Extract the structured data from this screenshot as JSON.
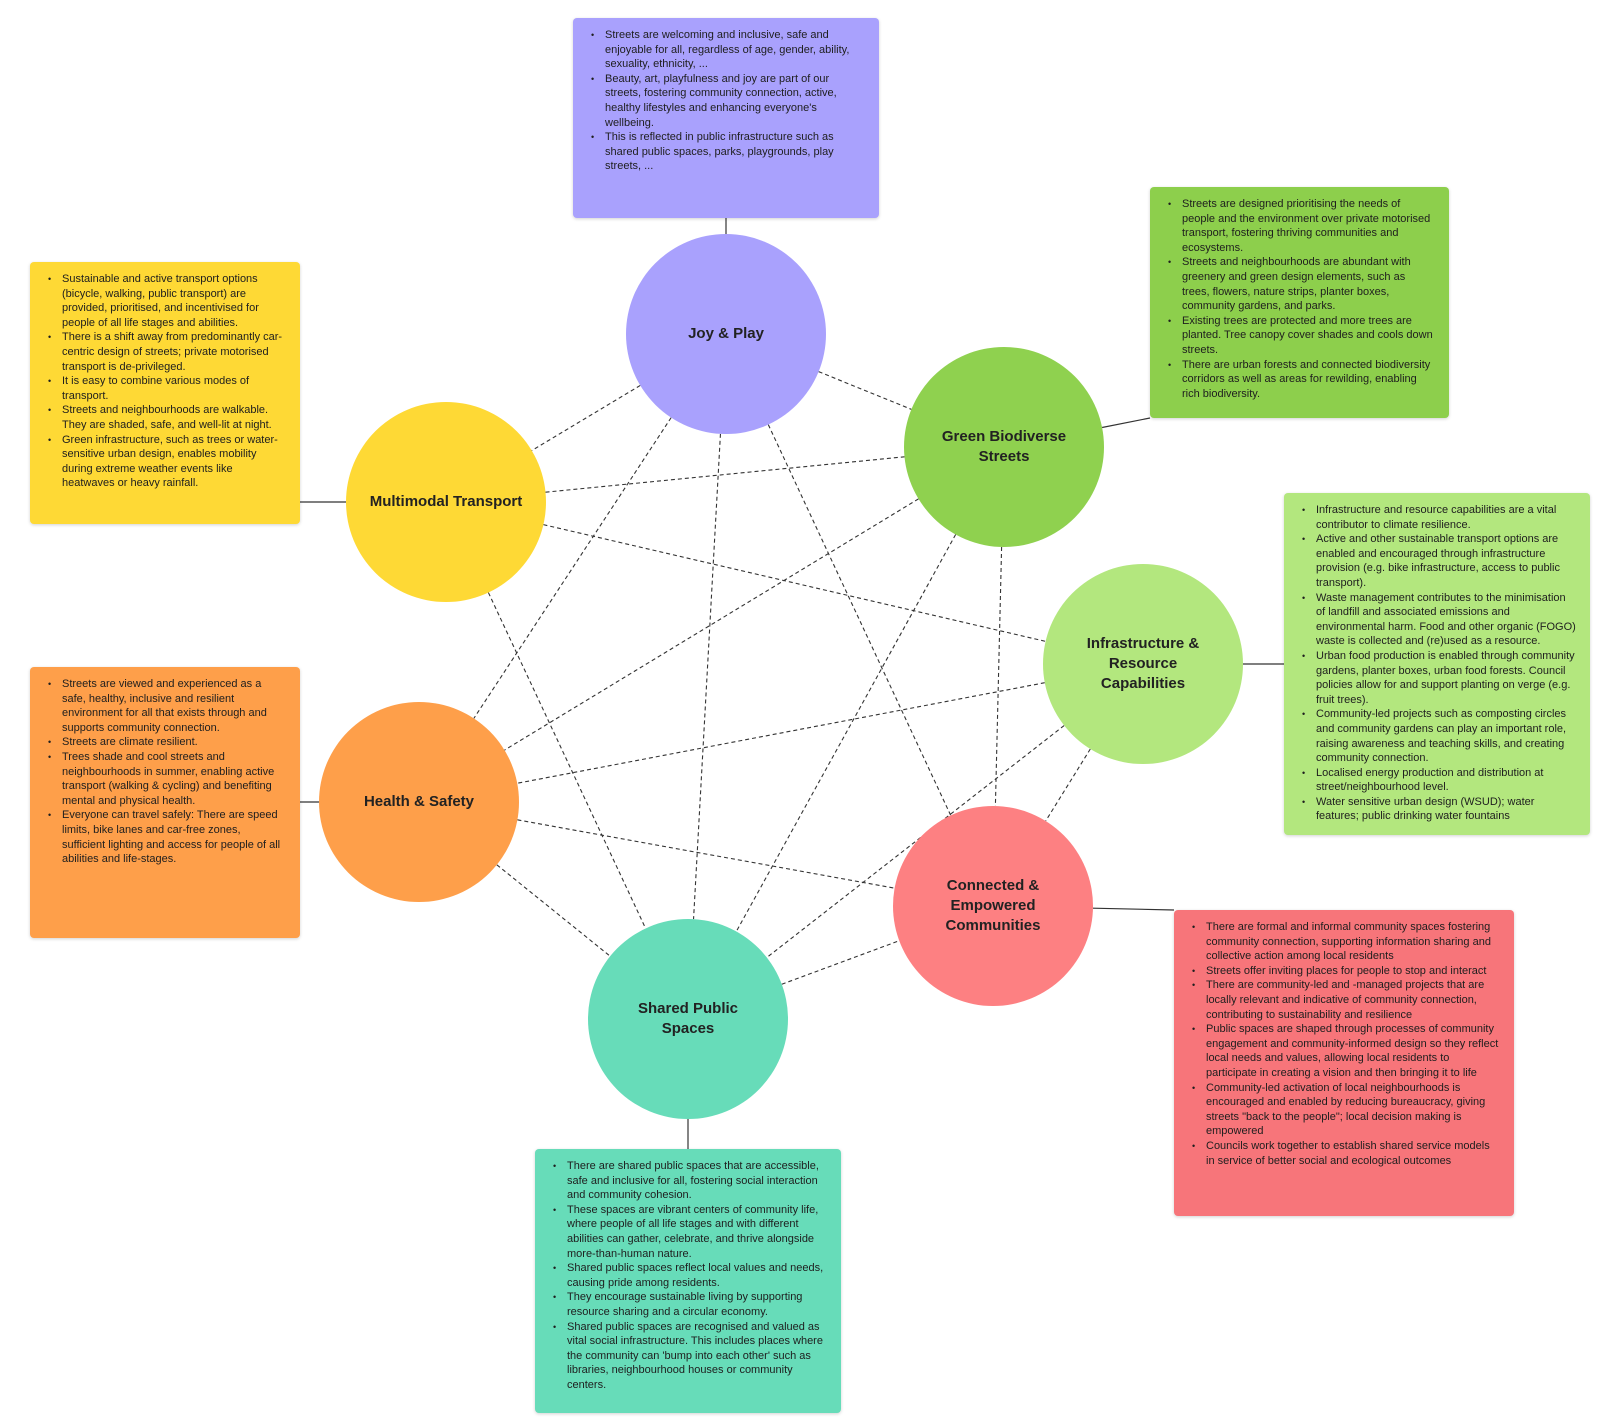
{
  "colors": {
    "joy": "#a9a1fd",
    "green": "#8fd14f",
    "green_box": "#8dcf4c",
    "infra": "#b3e77e",
    "connected": "#fd8082",
    "connected_box": "#f7757a",
    "shared": "#67dcb9",
    "health": "#fe9f4a",
    "transport": "#fed935",
    "line": "#333333"
  },
  "nodes": {
    "joy": {
      "label": "Joy & Play"
    },
    "green": {
      "label": "Green Biodiverse Streets"
    },
    "infra": {
      "label": "Infrastructure & Resource Capabilities"
    },
    "connected": {
      "label": "Connected & Empowered Communities"
    },
    "shared": {
      "label": "Shared Public Spaces"
    },
    "health": {
      "label": "Health & Safety"
    },
    "transport": {
      "label": "Multimodal Transport"
    }
  },
  "notes": {
    "joy": [
      "Streets are welcoming and inclusive, safe and enjoyable for all, regardless of age, gender, ability, sexuality, ethnicity, ...",
      "Beauty, art, playfulness and joy are part of our streets, fostering community connection, active, healthy lifestyles and enhancing everyone's wellbeing.",
      "This is reflected in public infrastructure such as shared public spaces, parks, playgrounds, play streets, ..."
    ],
    "green": [
      "Streets are designed prioritising the needs of people and the environment over private motorised transport, fostering thriving communities and ecosystems.",
      "Streets and neighbourhoods are abundant with greenery and green design elements, such as trees, flowers, nature strips, planter boxes, community gardens, and parks.",
      "Existing trees are protected and more trees are planted. Tree canopy cover shades and cools down streets.",
      "There are urban forests and connected biodiversity corridors as well as areas for rewilding, enabling rich biodiversity."
    ],
    "infra": [
      "Infrastructure and resource capabilities are a vital contributor to climate resilience.",
      "Active and other sustainable transport options are enabled and encouraged through infrastructure provision (e.g. bike infrastructure, access to public transport).",
      "Waste management contributes to the minimisation of landfill and associated emissions and environmental harm. Food and other organic (FOGO) waste is collected and (re)used as a resource.",
      "Urban food production is enabled through community gardens, planter boxes, urban food forests. Council policies allow for and support planting on verge (e.g. fruit trees).",
      "Community-led projects such as composting circles and community gardens can play an important role, raising awareness and teaching skills, and creating community connection.",
      "Localised energy production and distribution at street/neighbourhood level.",
      "Water sensitive urban design (WSUD); water features; public drinking water fountains"
    ],
    "connected": [
      "There are formal and informal community spaces fostering community connection, supporting information sharing and collective action among local residents",
      "Streets offer inviting places for people to stop and interact",
      "There are community-led and -managed projects that are locally relevant and indicative of community connection, contributing to sustainability and resilience",
      "Public spaces are shaped through processes of community engagement and community-informed design so they reflect local needs and values, allowing local residents to participate in creating a vision and then bringing it to life",
      "Community-led activation of local neighbourhoods is encouraged and enabled by reducing bureaucracy, giving streets \"back to the people\"; local decision making is empowered",
      "Councils work together to establish shared service models in service of better social and ecological outcomes"
    ],
    "shared": [
      "There are shared public spaces that are accessible, safe and inclusive for all, fostering social interaction and community cohesion.",
      "These spaces are vibrant centers of community life, where people of all life stages and with different abilities can gather, celebrate, and thrive alongside more-than-human nature.",
      "Shared public spaces reflect local values and needs, causing pride among residents.",
      "They encourage sustainable living by supporting resource sharing and a circular economy.",
      "Shared public spaces are recognised and valued as vital social infrastructure. This includes places where the community can 'bump into each other' such as libraries, neighbourhood houses or community centers."
    ],
    "health": [
      "Streets are viewed and experienced as a safe, healthy, inclusive and resilient environment for all that exists through and supports community connection.",
      "Streets are climate resilient.",
      "Trees shade and cool streets and neighbourhoods in summer, enabling active transport (walking & cycling) and benefiting mental and physical health.",
      "Everyone can travel safely: There are speed limits, bike lanes and car-free zones, sufficient lighting and access for people of all abilities and life-stages."
    ],
    "transport": [
      "Sustainable and active transport options (bicycle, walking, public transport) are provided, prioritised, and incentivised for people of all life stages and abilities.",
      "There is a shift away from predominantly car-centric design of streets; private motorised transport is de-privileged.",
      "It is easy to combine various modes of transport.",
      "Streets and neighbourhoods are walkable. They are shaded, safe, and well-lit at night.",
      "Green infrastructure, such as trees or water-sensitive urban design, enables mobility during extreme weather events like heatwaves or heavy rainfall."
    ]
  },
  "connections": [
    [
      "joy",
      "green"
    ],
    [
      "joy",
      "health"
    ],
    [
      "joy",
      "shared"
    ],
    [
      "joy",
      "connected"
    ],
    [
      "joy",
      "transport"
    ],
    [
      "transport",
      "green"
    ],
    [
      "transport",
      "infra"
    ],
    [
      "transport",
      "shared"
    ],
    [
      "green",
      "shared"
    ],
    [
      "green",
      "health"
    ],
    [
      "green",
      "connected"
    ],
    [
      "infra",
      "shared"
    ],
    [
      "infra",
      "health"
    ],
    [
      "infra",
      "connected"
    ],
    [
      "health",
      "shared"
    ],
    [
      "health",
      "connected"
    ],
    [
      "shared",
      "connected"
    ]
  ]
}
